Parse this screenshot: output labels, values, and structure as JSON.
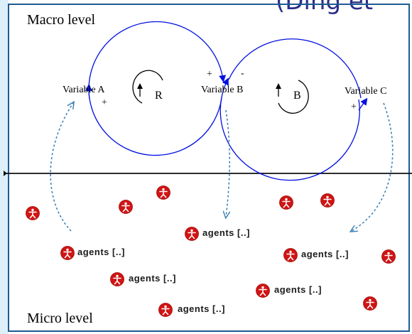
{
  "header_text": "(Ding et",
  "levels": {
    "macro": "Macro level",
    "micro": "Micro level"
  },
  "variables": {
    "a": "Variable A",
    "b": "Variable B",
    "c": "Variable C"
  },
  "loops": {
    "reinforcing": "R",
    "balancing": "B"
  },
  "polarities": {
    "a_in": "+",
    "b_in_left": "+",
    "b_in_right": "-",
    "c_in": "+"
  },
  "agent_group_label": "agents [..]",
  "colors": {
    "frame": "#1f5a94",
    "loop_arrow": "#0010e0",
    "agent_red": "#d11414",
    "dashed_link": "#3f84b7",
    "divider": "#111111"
  }
}
